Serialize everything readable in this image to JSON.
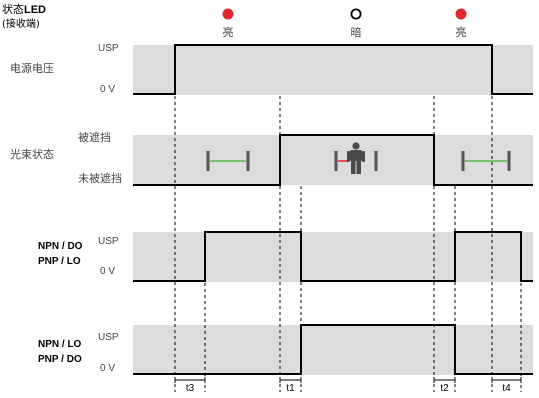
{
  "led_header": {
    "line1_prefix": "状态",
    "line1_bold": "LED",
    "line2": "(接收端)"
  },
  "led_states": [
    {
      "label": "亮",
      "state": "on",
      "color": "#e3262b"
    },
    {
      "label": "暗",
      "state": "off",
      "color": "#ffffff"
    },
    {
      "label": "亮",
      "state": "on",
      "color": "#e3262b"
    }
  ],
  "rows": {
    "power": {
      "label": "电源电压",
      "high": "USP",
      "low": "0 V"
    },
    "beam": {
      "label": "光束状态",
      "high": "被遮挡",
      "low": "未被遮挡"
    },
    "npn_do": {
      "label_1": "NPN / DO",
      "label_2": "PNP / LO",
      "high": "USP",
      "low": "0 V"
    },
    "npn_lo": {
      "label_1": "NPN / LO",
      "label_2": "PNP / DO",
      "high": "USP",
      "low": "0 V"
    }
  },
  "times": {
    "t3": "t3",
    "t1": "t1",
    "t2": "t2",
    "t4": "t4"
  },
  "colors": {
    "band": "#dcdcdc",
    "signal": "#000000",
    "beam_line": "#55b848",
    "beam_blocked": "#d9252a",
    "led_on": "#e3262b"
  },
  "icons": {
    "person": "person-icon",
    "emitter": "emitter-icon",
    "receiver": "receiver-icon"
  }
}
